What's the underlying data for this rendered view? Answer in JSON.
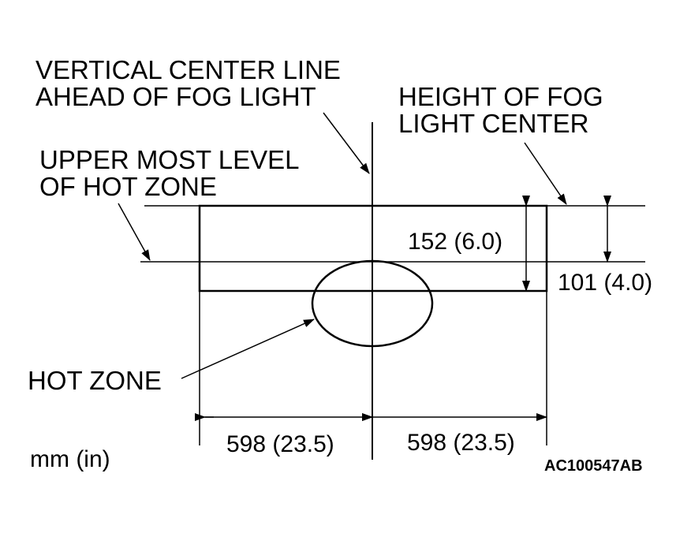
{
  "diagram": {
    "labels": {
      "vertical_center_line_1": "VERTICAL CENTER LINE",
      "vertical_center_line_2": "AHEAD OF FOG LIGHT",
      "height_fog_center_1": "HEIGHT OF FOG",
      "height_fog_center_2": "LIGHT CENTER",
      "upper_most_level_1": "UPPER MOST LEVEL",
      "upper_most_level_2": "OF HOT ZONE",
      "hot_zone": "HOT ZONE",
      "units": "mm (in)",
      "figure_code": "AC100547AB"
    },
    "dimensions": {
      "box_height": "152 (6.0)",
      "upper_to_center": "101 (4.0)",
      "left_width": "598 (23.5)",
      "right_width": "598 (23.5)"
    }
  }
}
